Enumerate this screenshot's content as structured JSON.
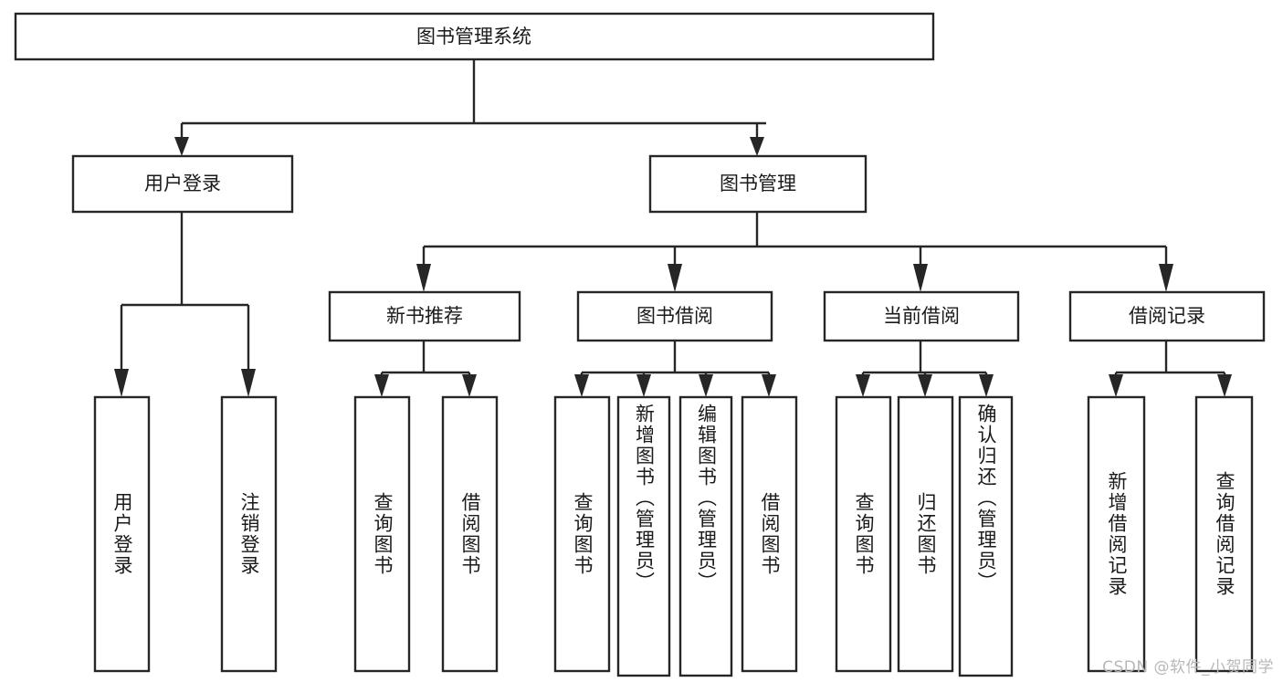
{
  "diagram": {
    "type": "hierarchy-tree",
    "title": "图书管理系统",
    "orientation": "top-down",
    "levels": 4,
    "root": {
      "id": "root",
      "label": "图书管理系统"
    },
    "level2": [
      {
        "id": "user-login",
        "label": "用户登录"
      },
      {
        "id": "book-manage",
        "label": "图书管理"
      }
    ],
    "level3": [
      {
        "id": "new-book-rec",
        "label": "新书推荐",
        "parent": "book-manage"
      },
      {
        "id": "book-borrow",
        "label": "图书借阅",
        "parent": "book-manage"
      },
      {
        "id": "current-borrow",
        "label": "当前借阅",
        "parent": "book-manage"
      },
      {
        "id": "borrow-record",
        "label": "借阅记录",
        "parent": "book-manage"
      }
    ],
    "leaves": [
      {
        "id": "leaf-user-login",
        "label": "用户登录",
        "parent": "user-login",
        "align": "center"
      },
      {
        "id": "leaf-user-logout",
        "label": "注销登录",
        "parent": "user-login",
        "align": "center"
      },
      {
        "id": "leaf-query-book-1",
        "label": "查询图书",
        "parent": "new-book-rec",
        "align": "center"
      },
      {
        "id": "leaf-borrow-book-1",
        "label": "借阅图书",
        "parent": "new-book-rec",
        "align": "center"
      },
      {
        "id": "leaf-query-book-2",
        "label": "查询图书",
        "parent": "book-borrow",
        "align": "center"
      },
      {
        "id": "leaf-add-book",
        "label": "新增图书（管理员）",
        "parent": "book-borrow",
        "align": "top"
      },
      {
        "id": "leaf-edit-book",
        "label": "编辑图书（管理员）",
        "parent": "book-borrow",
        "align": "top"
      },
      {
        "id": "leaf-borrow-book-2",
        "label": "借阅图书",
        "parent": "book-borrow",
        "align": "center"
      },
      {
        "id": "leaf-query-book-3",
        "label": "查询图书",
        "parent": "current-borrow",
        "align": "center"
      },
      {
        "id": "leaf-return-book",
        "label": "归还图书",
        "parent": "current-borrow",
        "align": "center"
      },
      {
        "id": "leaf-confirm-return",
        "label": "确认归还（管理员）",
        "parent": "current-borrow",
        "align": "top"
      },
      {
        "id": "leaf-add-record",
        "label": "新增借阅记录",
        "parent": "borrow-record",
        "align": "center"
      },
      {
        "id": "leaf-query-record",
        "label": "查询借阅记录",
        "parent": "borrow-record",
        "align": "center"
      }
    ],
    "colors": {
      "stroke": "#262626",
      "fill": "#ffffff",
      "text": "#1a1a1a",
      "watermark": "#b8b8b8",
      "background": "#ffffff"
    }
  },
  "watermark": {
    "text": "CSDN @软件_小贺同学"
  }
}
